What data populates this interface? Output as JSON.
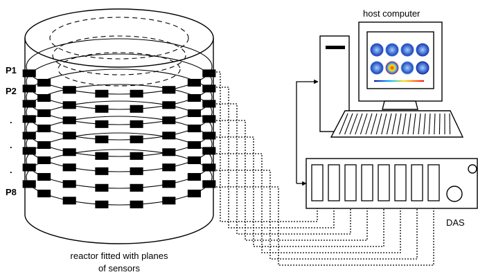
{
  "labels": {
    "host_computer": "host computer",
    "das": "DAS",
    "reactor_caption_line1": "reactor fitted with planes",
    "reactor_caption_line2": "of sensors"
  },
  "planes": [
    "P1",
    "P2",
    ".",
    ".",
    ".",
    "P8"
  ],
  "screen": {
    "tomogram_colors": [
      [
        "#3355dd",
        "#2e7de8",
        "#3a6fe0",
        "#2244bb"
      ],
      [
        "#2d78e6",
        "#e8402a",
        "#6fb4ff",
        "#1a2d99"
      ]
    ]
  },
  "das": {
    "channel_count": 8
  }
}
